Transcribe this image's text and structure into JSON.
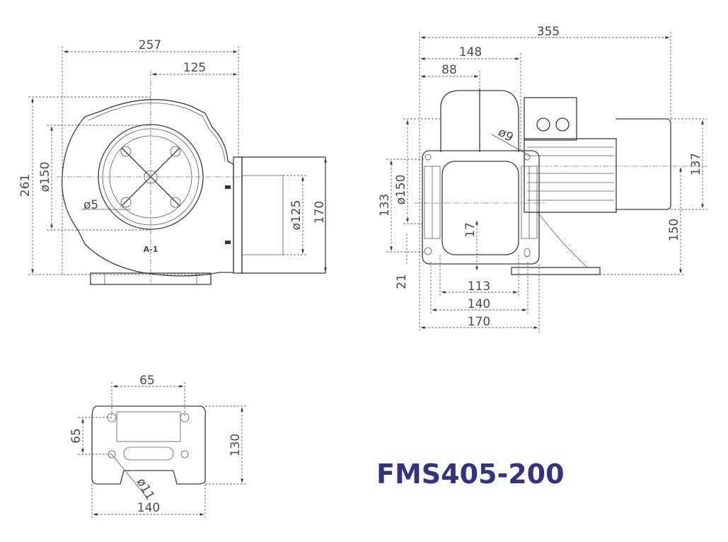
{
  "title": "FMS405-200",
  "colors": {
    "title": "#33337f",
    "lines": "#3a3a3a"
  },
  "front_view": {
    "overall_width": "257",
    "center_to_outlet": "125",
    "overall_height": "261",
    "inlet_diameter": "ø150",
    "hole_diameter": "ø5",
    "outlet_diameter": "ø125",
    "outlet_flange": "170",
    "marker": "A-1"
  },
  "side_view": {
    "overall_length": "355",
    "housing_depth": "148",
    "inlet_offset": "88",
    "hole_diameter": "ø9",
    "motor_height": "137",
    "shaft_height": "150",
    "center_height": "133",
    "inlet_diameter": "ø150",
    "base_offset": "21",
    "base_thickness": "17",
    "inner_width": "113",
    "hole_spacing": "140",
    "overall_width": "170"
  },
  "base_view": {
    "hole_spacing_x": "65",
    "hole_spacing_y": "65",
    "depth": "130",
    "width": "140",
    "hole_diameter": "ø11"
  }
}
